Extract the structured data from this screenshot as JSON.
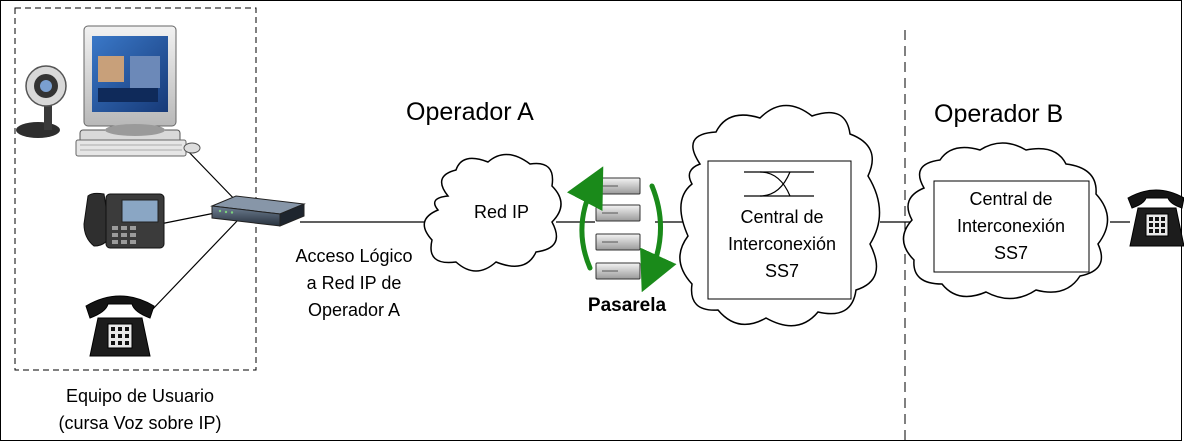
{
  "operator_a": "Operador A",
  "operator_b": "Operador B",
  "user_equipment": {
    "line1": "Equipo de Usuario",
    "line2": "(cursa Voz sobre IP)"
  },
  "access": {
    "line1": "Acceso Lógico",
    "line2": "a Red IP de",
    "line3": "Operador A"
  },
  "ip_network": "Red IP",
  "gateway": "Pasarela",
  "switch_a": {
    "line1": "Central de",
    "line2": "Interconexión",
    "line3": "SS7"
  },
  "switch_b": {
    "line1": "Central de",
    "line2": "Interconexión",
    "line3": "SS7"
  },
  "colors": {
    "arrow": "#1a8a1a",
    "lines": "#000000"
  }
}
